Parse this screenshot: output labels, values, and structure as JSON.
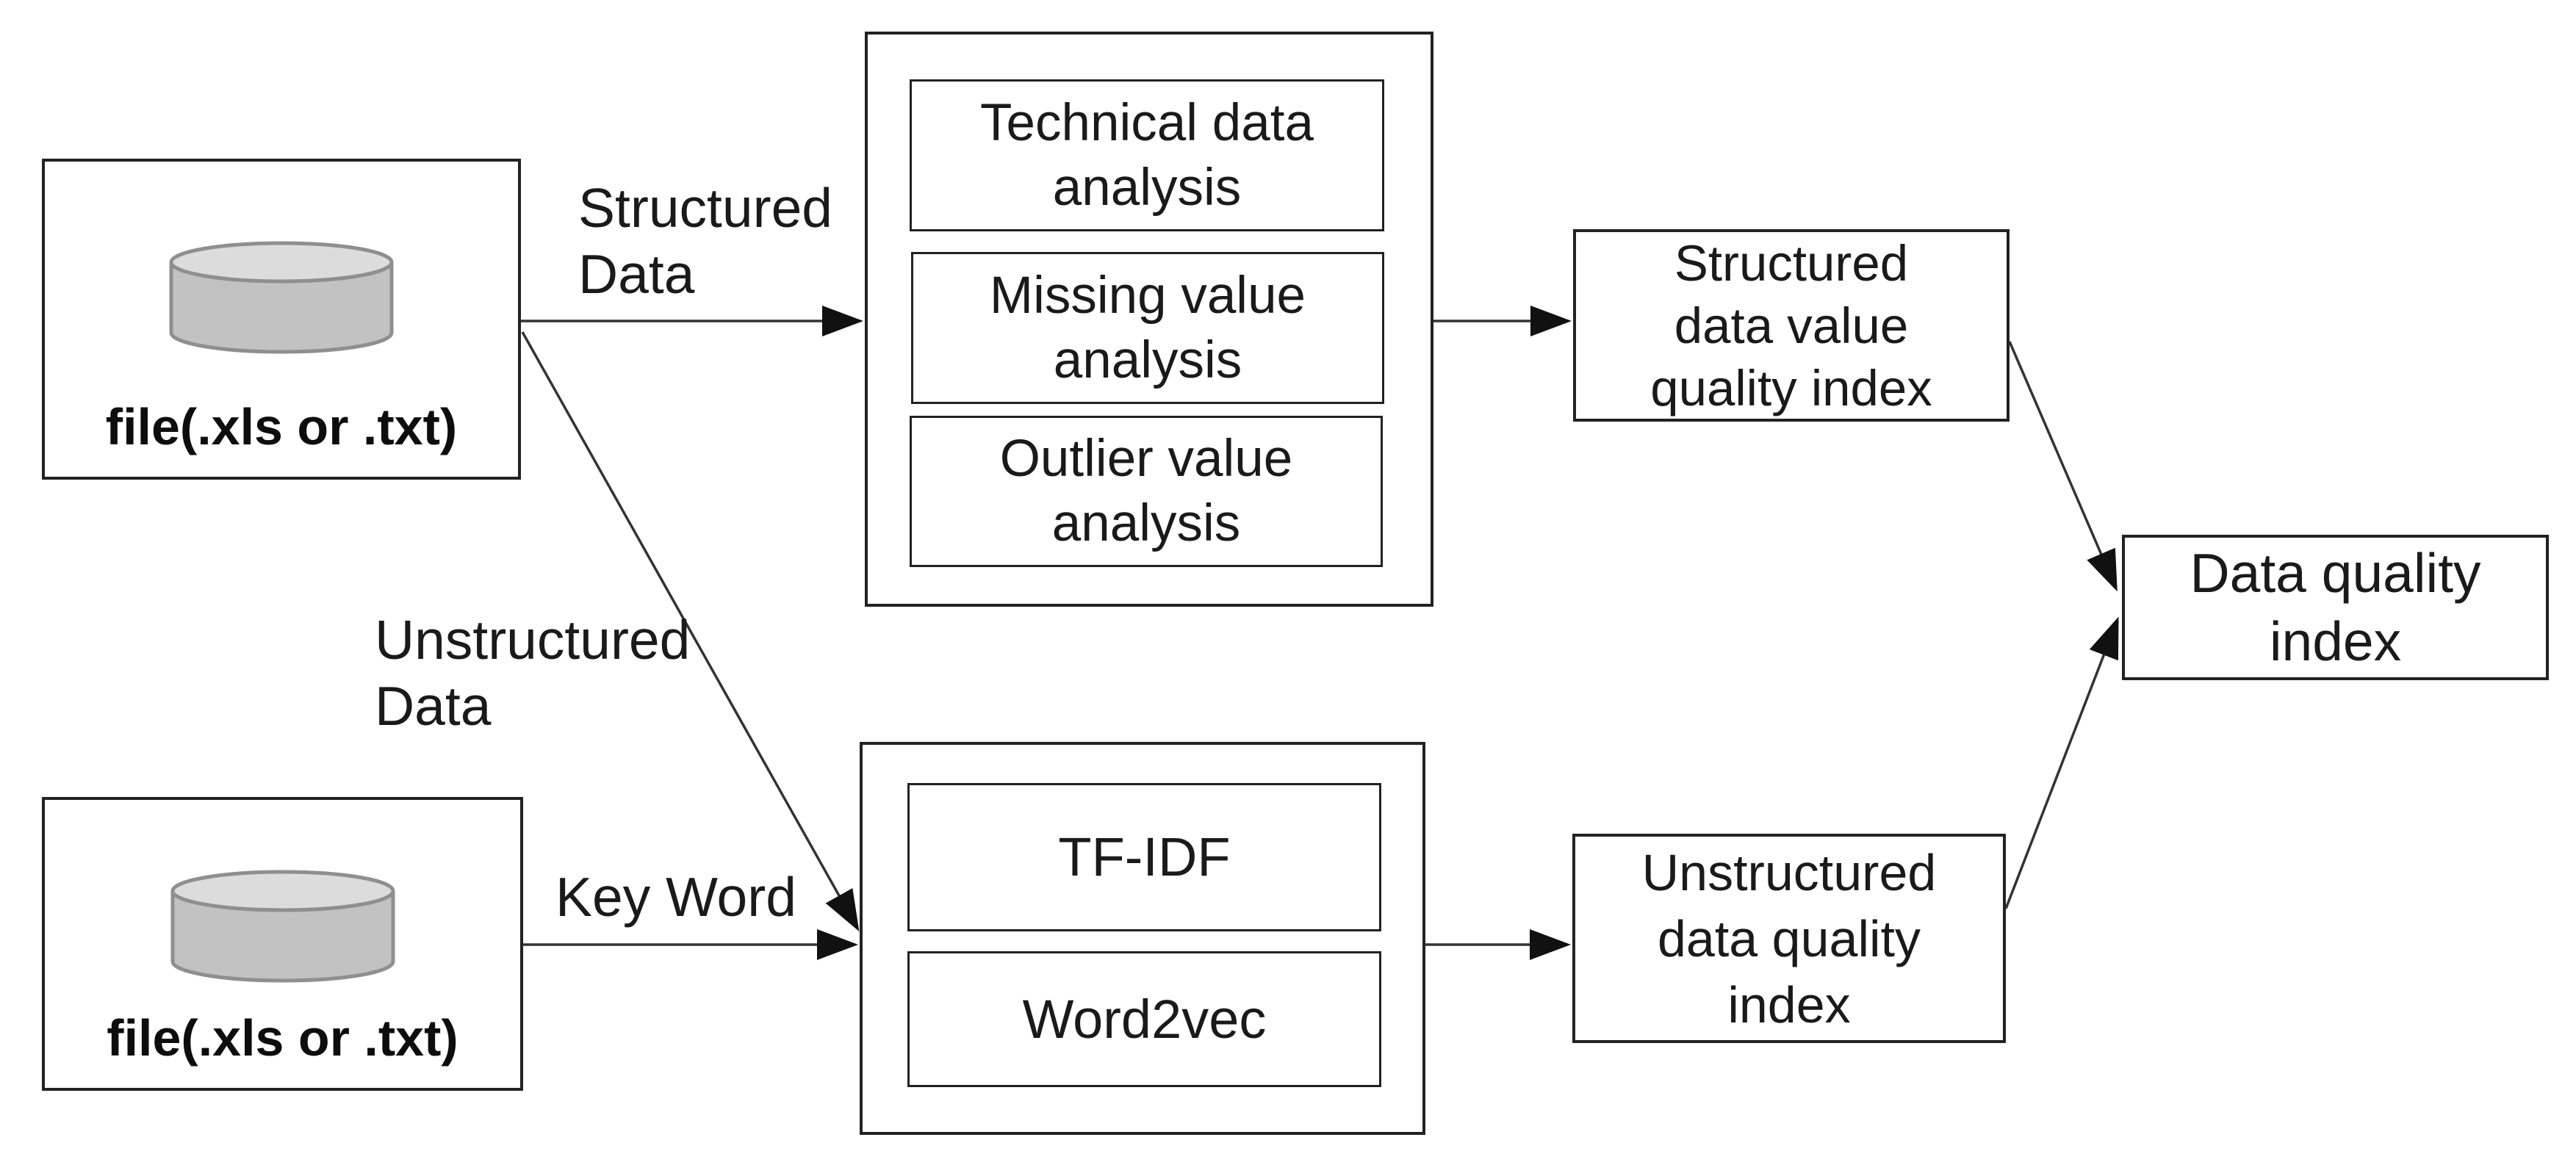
{
  "colors": {
    "background": "#ffffff",
    "box_border": "#222222",
    "text": "#1a1a1a",
    "arrow": "#333333",
    "cylinder_body": "#c2c2c2",
    "cylinder_top": "#dcdcdc",
    "cylinder_outline": "#8f8f8f"
  },
  "nodes": {
    "file_top": {
      "label": "file(.xls or .txt)"
    },
    "file_bottom": {
      "label": "file(.xls or .txt)"
    },
    "structured_analysis": {
      "items": [
        "Technical data analysis",
        "Missing value analysis",
        "Outlier value analysis"
      ]
    },
    "unstructured_analysis": {
      "items": [
        "TF-IDF",
        "Word2vec"
      ]
    },
    "sdvqi": {
      "label": "Structured data value quality index"
    },
    "udqi": {
      "label": "Unstructured data quality index"
    },
    "dqi": {
      "label": "Data quality index"
    }
  },
  "edge_labels": {
    "structured": "Structured Data",
    "unstructured": "Unstructured Data",
    "keyword": "Key Word"
  }
}
